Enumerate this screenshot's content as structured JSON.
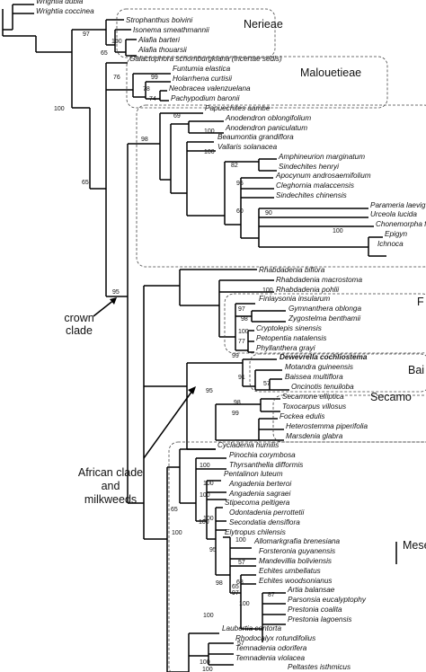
{
  "taxa": [
    "Wrightia dubia",
    "Wrightia coccinea",
    "Strophanthus boivini",
    "Isonema smeathmannii",
    "Alafia barteri",
    "Alafia thouarsii",
    "Galactophora schomburgkiana (incertae sedis)",
    "Funtumia elastica",
    "Holarrhena curtisii",
    "Neobracea valenzuelana",
    "Pachypodium baronii",
    "Papuechites aambe",
    "Anodendron oblongifolium",
    "Anodendron paniculatum",
    "Beaumontia grandiflora",
    "Vallaris solanacea",
    "Amphineurion marginatum",
    "Sindechites henryi",
    "Apocynum androsaemifolium",
    "Cleghornia malaccensis",
    "Sindechites chinensis",
    "Parameria laevig",
    "Urceola lucida",
    "Chonemorpha f",
    "Epigyn",
    "Ichnoca",
    "Rhabdadenia biflora",
    "Rhabdadenia macrostoma",
    "Rhabdadenia pohlii",
    "Finlaysonia insularum",
    "Gymnanthera oblonga",
    "Zygostelma benthamii",
    "Cryptolepis sinensis",
    "Petopentia natalensis",
    "Phyllanthera grayi",
    "Dewevrella cochliostema",
    "Motandra guineensis",
    "Baissea multiflora",
    "Oncinotis tenuiloba",
    "Secamone elliptica",
    "Toxocarpus villosus",
    "Fockea edulis",
    "Heterostemma piperifolia",
    "Marsdenia glabra",
    "Cycladenia humilis",
    "Pinochia corymbosa",
    "Thyrsanthella difformis",
    "Pentalinon luteum",
    "Angadenia berteroi",
    "Angadenia sagraei",
    "Stipecoma peltigera",
    "Odontadenia perrottetii",
    "Secondatia densiflora",
    "Elytropus chilensis",
    "Allomarkgrafia brenesiana",
    "Forsteronia guyanensis",
    "Mandevillia boliviensis",
    "Echites umbellatus",
    "Echites woodsonianus",
    "Artia balansae",
    "Parsonsia eucalyptophy",
    "Prestonia coalita",
    "Prestonia lagoensis",
    "Laubertia contorta",
    "Rhodocalyx rotundifolius",
    "Temnadenia odorifera",
    "Temnadenia violacea",
    "Peltastes isthmicus"
  ],
  "supports": [
    "97",
    "100",
    "65",
    "76",
    "99",
    "78",
    "74",
    "100",
    "69",
    "100",
    "98",
    "82",
    "95",
    "100",
    "60",
    "90",
    "100",
    "65",
    "95",
    "100",
    "97",
    "98",
    "100",
    "77",
    "99",
    "57",
    "91",
    "95",
    "98",
    "99",
    "100",
    "100",
    "100",
    "100",
    "65",
    "100",
    "100",
    "95",
    "57",
    "100",
    "65",
    "98",
    "68",
    "97",
    "100",
    "87",
    "100",
    "57",
    "100",
    "100"
  ],
  "clades": [
    "Nerieae",
    "Malouetieae",
    "F",
    "Bai",
    "Secamo",
    "Mesec"
  ],
  "annotations": {
    "crown_clade": [
      "crown",
      "clade"
    ],
    "african_clade": [
      "African clade",
      "and",
      "milkweeds"
    ]
  }
}
